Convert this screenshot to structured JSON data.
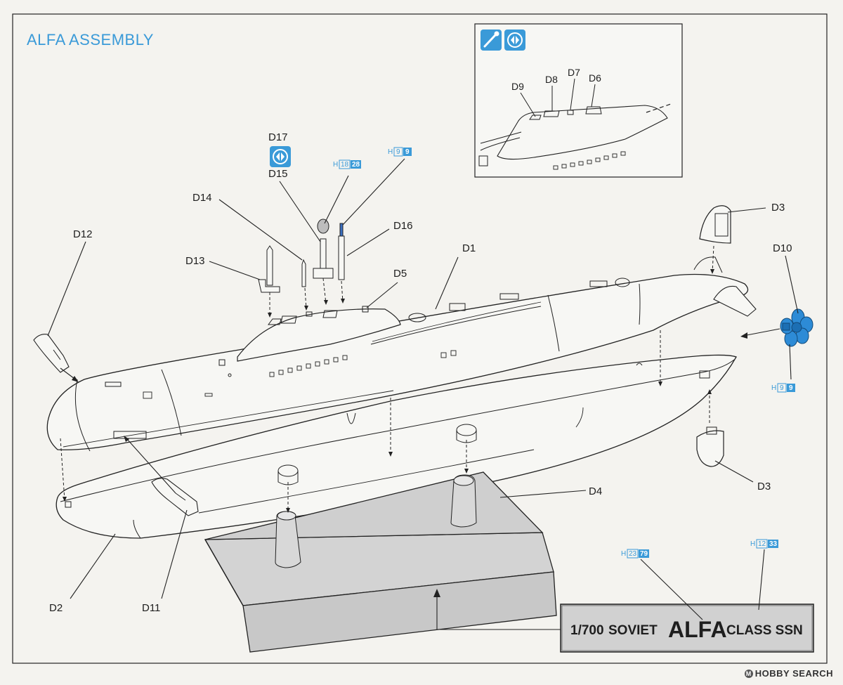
{
  "title": "ALFA ASSEMBLY",
  "colors": {
    "accent": "#3a9ad8",
    "line": "#222222",
    "base_fill": "#d3d3d3",
    "propeller": "#2d8bd6"
  },
  "parts": {
    "D1": "D1",
    "D2": "D2",
    "D3_upper": "D3",
    "D3_lower": "D3",
    "D4": "D4",
    "D5": "D5",
    "D6": "D6",
    "D7": "D7",
    "D8": "D8",
    "D9": "D9",
    "D10": "D10",
    "D11": "D11",
    "D12": "D12",
    "D13": "D13",
    "D14": "D14",
    "D15": "D15",
    "D16": "D16",
    "D17": "D17"
  },
  "color_refs": [
    {
      "code": "H",
      "a": "18",
      "b": "28"
    },
    {
      "code": "H",
      "a": "9",
      "b": "9"
    },
    {
      "code": "H",
      "a": "9",
      "b": "9"
    },
    {
      "code": "H",
      "a": "23",
      "b": "79"
    },
    {
      "code": "H",
      "a": "12",
      "b": "33"
    }
  ],
  "plate": {
    "scale": "1/700",
    "soviet": "SOVIET",
    "name": "ALFA",
    "class": "CLASS SSN"
  },
  "watermark": {
    "logo": "M",
    "text": "HOBBY SEARCH"
  },
  "icons": {
    "paint": "paint-brush-icon",
    "option_1": "optional-part-icon",
    "option_2": "optional-part-icon"
  }
}
